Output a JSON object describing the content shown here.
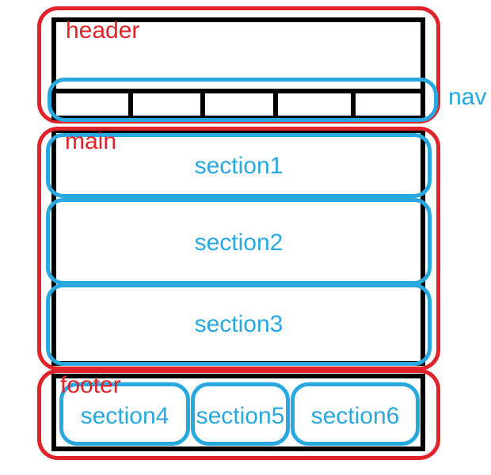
{
  "diagram": {
    "colors": {
      "landmark_outline": "#e0232a",
      "section_outline": "#29a8e0",
      "box_border": "#000000",
      "background": "#ffffff"
    },
    "header": {
      "label": "header"
    },
    "nav": {
      "label": "nav",
      "items": [
        "",
        "",
        "",
        "",
        ""
      ]
    },
    "main": {
      "label": "main",
      "sections": [
        {
          "label": "section1"
        },
        {
          "label": "section2"
        },
        {
          "label": "section3"
        }
      ]
    },
    "footer": {
      "label": "footer",
      "sections": [
        {
          "label": "section4"
        },
        {
          "label": "section5"
        },
        {
          "label": "section6"
        }
      ]
    }
  }
}
